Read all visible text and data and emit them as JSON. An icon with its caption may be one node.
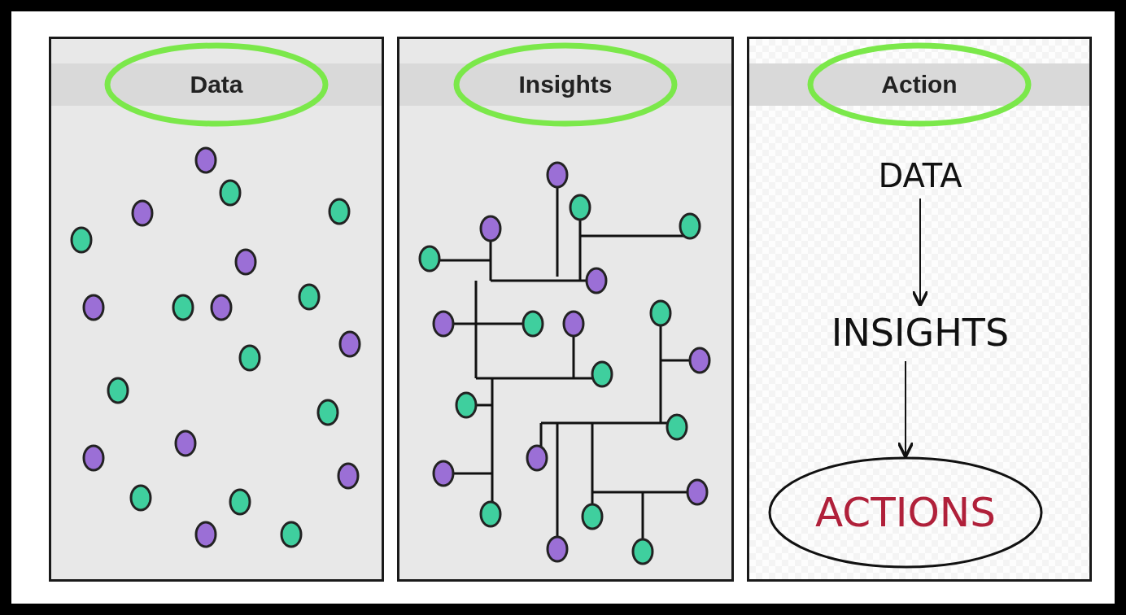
{
  "diagram": {
    "nodes": [
      {
        "text": [
          "Data"
        ]
      },
      {
        "text": [
          "Insights"
        ]
      },
      {
        "text": [
          "Action"
        ]
      },
      {
        "text": [
          "DATA"
        ],
        "in": 2
      },
      {
        "text": [
          "INSIGHTS"
        ],
        "in": 2
      },
      {
        "text": [
          "ACTIONS"
        ],
        "in": 2
      }
    ],
    "edges": [
      {
        "from": 3,
        "to": 4,
        "arrow": "to"
      },
      {
        "from": 4,
        "to": 5,
        "arrow": "to"
      }
    ]
  }
}
